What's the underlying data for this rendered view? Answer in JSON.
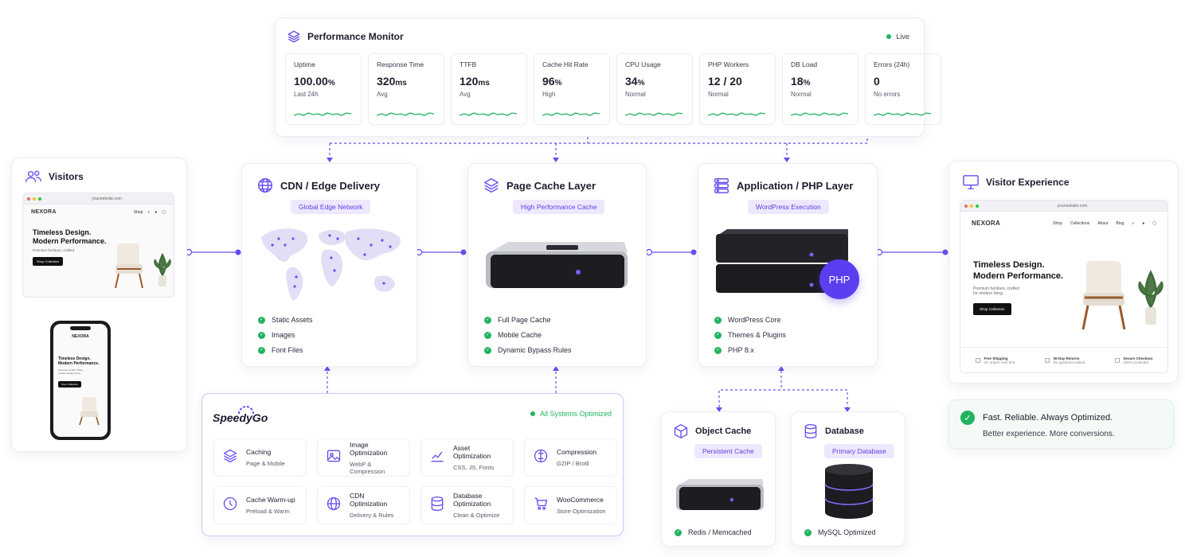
{
  "colors": {
    "accent": "#6b4df0",
    "green": "#22b35e",
    "pill_bg": "#ede8ff"
  },
  "performance": {
    "title": "Performance Monitor",
    "status": "Live",
    "metrics": [
      {
        "label": "Uptime",
        "value": "100.00",
        "unit": "%",
        "sub": "Last 24h"
      },
      {
        "label": "Response Time",
        "value": "320",
        "unit": "ms",
        "sub": "Avg"
      },
      {
        "label": "TTFB",
        "value": "120",
        "unit": "ms",
        "sub": "Avg"
      },
      {
        "label": "Cache Hit Rate",
        "value": "96",
        "unit": "%",
        "sub": "High"
      },
      {
        "label": "CPU Usage",
        "value": "34",
        "unit": "%",
        "sub": "Normal"
      },
      {
        "label": "PHP Workers",
        "value": "12 / 20",
        "unit": "",
        "sub": "Normal"
      },
      {
        "label": "DB Load",
        "value": "18",
        "unit": "%",
        "sub": "Normal"
      },
      {
        "label": "Errors (24h)",
        "value": "0",
        "unit": "",
        "sub": "No errors"
      }
    ]
  },
  "visitors": {
    "title": "Visitors",
    "desktop": {
      "url": "yourwebsite.com",
      "brand": "NEXORA",
      "nav": "Shop",
      "headline1": "Timeless Design.",
      "headline2": "Modern Performance.",
      "tagline": "Premium furniture, crafted",
      "button": "Shop Collection"
    },
    "mobile": {
      "brand": "NEXORA",
      "headline1": "Timeless Design.",
      "headline2": "Modern Performance.",
      "tagline1": "Premium modern office,",
      "tagline2": "modern design living.",
      "button": "Shop Collection"
    }
  },
  "cdn": {
    "title": "CDN / Edge Delivery",
    "pill": "Global Edge Network",
    "items": [
      "Static Assets",
      "Images",
      "Font Files"
    ]
  },
  "page_cache": {
    "title": "Page Cache Layer",
    "pill": "High Performance Cache",
    "items": [
      "Full Page Cache",
      "Mobile Cache",
      "Dynamic Bypass Rules"
    ]
  },
  "app": {
    "title": "Application / PHP Layer",
    "pill": "WordPress Execution",
    "badge": "PHP",
    "items": [
      "WordPress Core",
      "Themes & Plugins",
      "PHP 8.x"
    ]
  },
  "visitor_experience": {
    "title": "Visitor Experience",
    "url": "yourwebsite.com",
    "brand": "NEXORA",
    "nav": [
      "Shop",
      "Collections",
      "About",
      "Blog"
    ],
    "headline1": "Timeless Design.",
    "headline2": "Modern Performance.",
    "tagline1": "Premium furniture, crafted",
    "tagline2": "for modern living.",
    "button": "Shop Collection",
    "features": [
      {
        "title": "Free Shipping",
        "sub": "On orders over $75"
      },
      {
        "title": "30-Day Returns",
        "sub": "No questions asked"
      },
      {
        "title": "Secure Checkout",
        "sub": "100% protected"
      }
    ]
  },
  "summary": {
    "title": "Fast. Reliable. Always Optimized.",
    "sub": "Better experience. More conversions."
  },
  "speedygo": {
    "brand": "SpeedyGo",
    "status": "All Systems Optimized",
    "features": [
      {
        "title": "Caching",
        "sub": "Page & Mobile",
        "icon": "layers-icon"
      },
      {
        "title": "Image Optimization",
        "sub": "WebP & Compression",
        "icon": "image-icon"
      },
      {
        "title": "Asset Optimization",
        "sub": "CSS, JS, Fonts",
        "icon": "chart-icon"
      },
      {
        "title": "Compression",
        "sub": "GZIP / Brotli",
        "icon": "compress-icon"
      },
      {
        "title": "Cache Warm-up",
        "sub": "Preload & Warm",
        "icon": "clock-icon"
      },
      {
        "title": "CDN Optimization",
        "sub": "Delivery & Rules",
        "icon": "globe-icon"
      },
      {
        "title": "Database Optimization",
        "sub": "Clean & Optimize",
        "icon": "database-icon"
      },
      {
        "title": "WooCommerce",
        "sub": "Store Optimization",
        "icon": "cart-icon"
      }
    ]
  },
  "object_cache": {
    "title": "Object Cache",
    "pill": "Persistent Cache",
    "item": "Redis / Memcached"
  },
  "database": {
    "title": "Database",
    "pill": "Primary Database",
    "item": "MySQL Optimized"
  }
}
